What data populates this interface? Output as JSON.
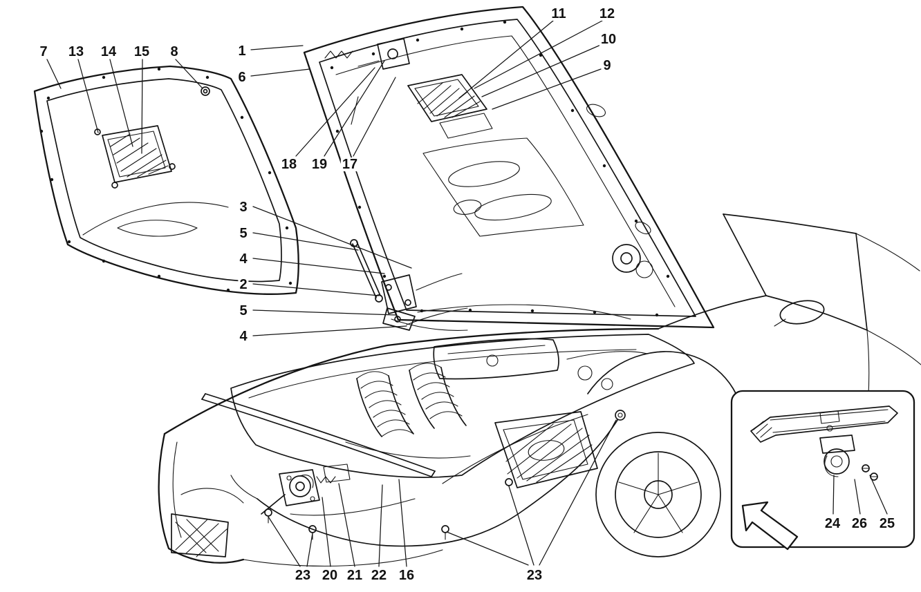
{
  "figure": {
    "type": "exploded-parts-diagram",
    "subject": "car bonnet / engine compartment lid assembly",
    "background": "#ffffff",
    "line_color": "#141414"
  },
  "callouts": [
    {
      "label": "7"
    },
    {
      "label": "13"
    },
    {
      "label": "14"
    },
    {
      "label": "15"
    },
    {
      "label": "8"
    },
    {
      "label": "1"
    },
    {
      "label": "6"
    },
    {
      "label": "11"
    },
    {
      "label": "12"
    },
    {
      "label": "10"
    },
    {
      "label": "9"
    },
    {
      "label": "18"
    },
    {
      "label": "19"
    },
    {
      "label": "17"
    },
    {
      "label": "3"
    },
    {
      "label": "5"
    },
    {
      "label": "4"
    },
    {
      "label": "2"
    },
    {
      "label": "5"
    },
    {
      "label": "4"
    },
    {
      "label": "23"
    },
    {
      "label": "20"
    },
    {
      "label": "21"
    },
    {
      "label": "22"
    },
    {
      "label": "16"
    },
    {
      "label": "23"
    },
    {
      "label": "24"
    },
    {
      "label": "26"
    },
    {
      "label": "25"
    }
  ]
}
